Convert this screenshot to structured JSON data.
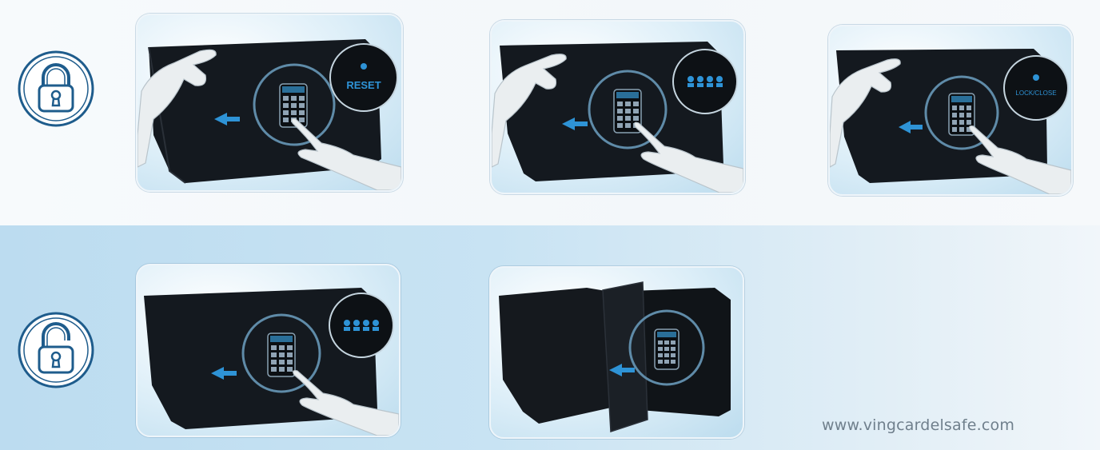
{
  "steps_lock": [
    {
      "bubble_type": "text",
      "bubble_text": "RESET"
    },
    {
      "bubble_type": "dots",
      "bubble_text": ""
    },
    {
      "bubble_type": "text",
      "bubble_text": "LOCK/CLOSE"
    }
  ],
  "steps_unlock": [
    {
      "bubble_type": "dots",
      "bubble_text": ""
    },
    {
      "bubble_type": "none",
      "bubble_text": ""
    }
  ],
  "icons": {
    "lock": "padlock-closed-icon",
    "unlock": "padlock-open-icon"
  },
  "colors": {
    "accent_blue": "#2e93d6",
    "safe_black": "#111418",
    "band_blue": "#c4e1f2"
  },
  "footer": {
    "website": "www.vingcardelsafe.com"
  }
}
